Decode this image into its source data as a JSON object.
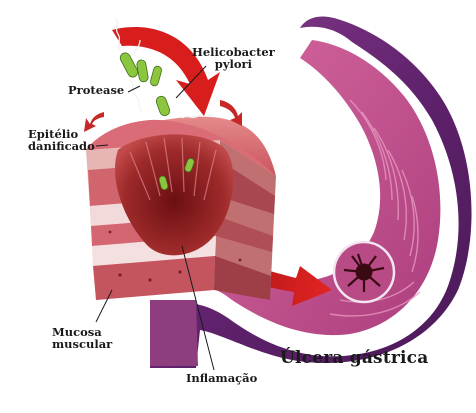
{
  "labels": {
    "bacteria_line1": "Helicobacter",
    "bacteria_line2": "pylori",
    "protease": "Protease",
    "epithelium_line1": "Epitélio",
    "epithelium_line2": "danificado",
    "mucosa_line1": "Mucosa",
    "mucosa_line2": "muscular",
    "inflammation": "Inflamação",
    "title": "Úlcera gástrica"
  },
  "colors": {
    "stomach_wall": "#6a2a73",
    "stomach_inner": "#c24a90",
    "tissue_top": "#d9747e",
    "arrow_red": "#d81d1d",
    "bacteria_green": "#8cc63f"
  },
  "icons": [
    "ulcer-icon",
    "bacteria-icon",
    "pointer-arrow-icon"
  ]
}
